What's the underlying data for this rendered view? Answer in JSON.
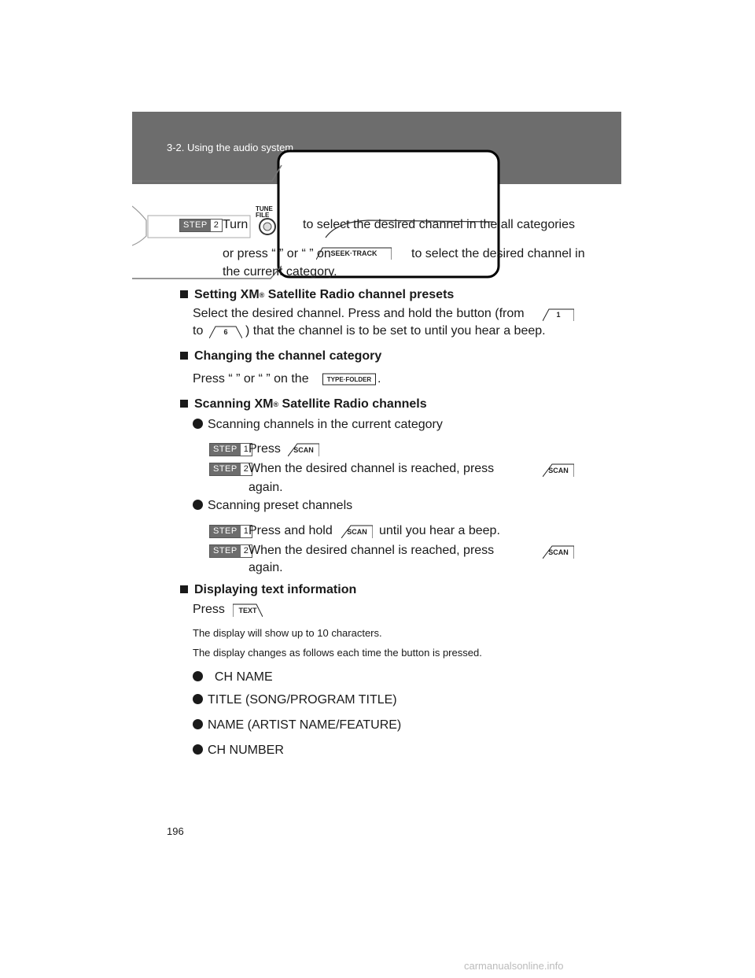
{
  "header": {
    "section": "3-2. Using the audio system"
  },
  "panel": {
    "tune_label": "TUNE\nFILE",
    "seek_label": "SEEK·TRACK"
  },
  "step_labels": {
    "word": "STEP",
    "n1": "1",
    "n2": "2"
  },
  "intro": {
    "line1a": "Turn",
    "line1b": "to select the desired channel in the all categories",
    "line2a": "or press “  ” or “  ” on",
    "line2b": "to select the desired channel in",
    "line3": "the current category."
  },
  "presets": {
    "heading_a": "Setting XM",
    "heading_b": "Satellite Radio channel presets",
    "reg": "®",
    "line1": "Select the desired channel. Press and hold the button (from",
    "line2a": "to",
    "line2b": ") that the channel is to be set to until you hear a beep.",
    "btn1": "1",
    "btn6": "6"
  },
  "category": {
    "heading": "Changing the channel category",
    "line_a": "Press “  ” or “  ” on the",
    "line_b": ".",
    "btn": "TYPE·FOLDER"
  },
  "scanning": {
    "heading_a": "Scanning XM",
    "heading_b": "Satellite Radio channels",
    "sub1": "Scanning channels in the current category",
    "s1_step1": "Press",
    "s1_step2a": "When the desired channel is reached, press",
    "s1_step2b": "again.",
    "sub2": "Scanning preset channels",
    "s2_step1a": "Press and hold",
    "s2_step1b": "until you hear a beep.",
    "s2_step2a": "When the desired channel is reached, press",
    "s2_step2b": "again.",
    "scan_btn": "SCAN"
  },
  "text_info": {
    "heading": "Displaying text information",
    "press": "Press",
    "btn": "TEXT",
    "note1": "The display will show up to 10 characters.",
    "note2": "The display changes as follows each time the button is pressed.",
    "items": [
      "CH NAME",
      "TITLE (SONG/PROGRAM TITLE)",
      "NAME (ARTIST NAME/FEATURE)",
      "CH NUMBER"
    ]
  },
  "page_number": "196",
  "footer": "carmanualsonline.info"
}
